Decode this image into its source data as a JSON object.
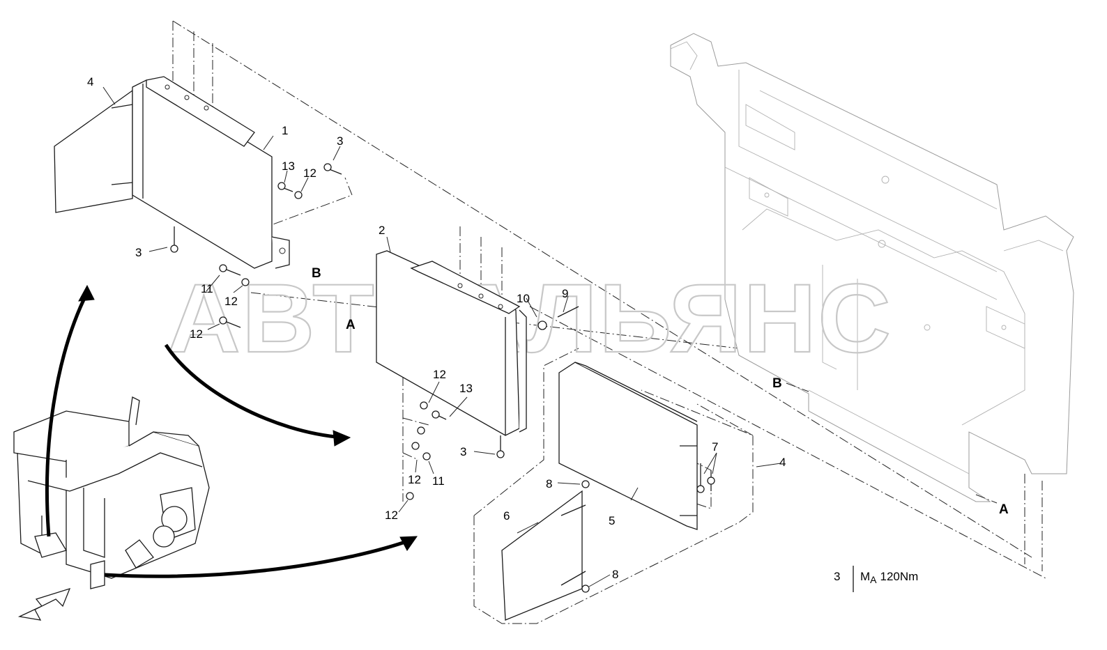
{
  "watermark": "АВТОАЛЬЯНС",
  "callouts": {
    "c1": "1",
    "c2": "2",
    "c3a": "3",
    "c3b": "3",
    "c3c": "3",
    "c4a": "4",
    "c4b": "4",
    "c5": "5",
    "c6": "6",
    "c7": "7",
    "c8a": "8",
    "c8b": "8",
    "c9": "9",
    "c10": "10",
    "c11a": "11",
    "c11b": "11",
    "c12a": "12",
    "c12b": "12",
    "c12c": "12",
    "c12d": "12",
    "c12e": "12",
    "c12f": "12",
    "c13a": "13",
    "c13b": "13"
  },
  "connectors": {
    "a1": "A",
    "a2": "A",
    "b1": "B",
    "b2": "B"
  },
  "torque_note": {
    "item": "3",
    "symbol": "M",
    "subscript": "A",
    "value": "120Nm"
  }
}
